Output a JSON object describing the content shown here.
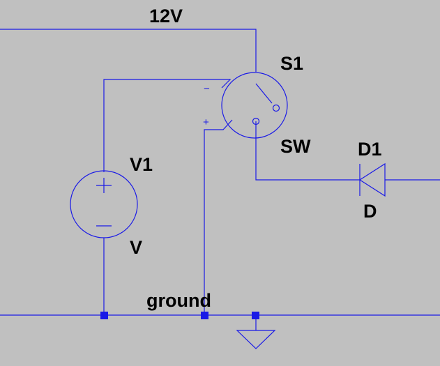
{
  "schematic": {
    "labels": {
      "net_12v": "12V",
      "net_ground": "ground",
      "s1_ref": "S1",
      "s1_value": "SW",
      "v1_ref": "V1",
      "v1_value": "V",
      "d1_ref": "D1",
      "d1_value": "D"
    },
    "pins": {
      "s1_minus": "−",
      "s1_plus": "+"
    }
  },
  "colors": {
    "background": "#c0c0c0",
    "wire": "#1a1ae6",
    "label": "#000000"
  }
}
